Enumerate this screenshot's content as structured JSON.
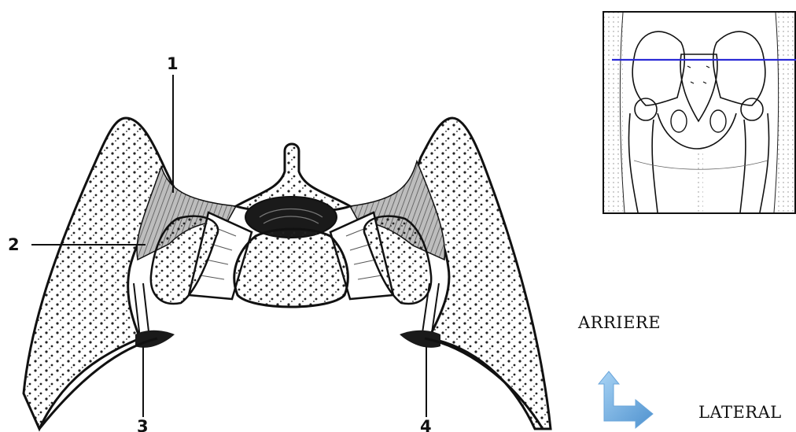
{
  "callouts": {
    "c1": "1",
    "c2": "2",
    "c3": "3",
    "c4": "4"
  },
  "orientation": {
    "back_label": "ARRIERE",
    "lateral_label": "LATERAL",
    "arrow_icon": "corner-arrow-icon",
    "arrow_color": "#7bb6e4"
  },
  "inset": {
    "cut_line_color": "#2b2bd6",
    "stipple_color": "#cfcfcf"
  },
  "colors": {
    "bone_outline": "#111111",
    "ligament_shade": "#8a8a8a",
    "disc": "#1a1a1a"
  }
}
